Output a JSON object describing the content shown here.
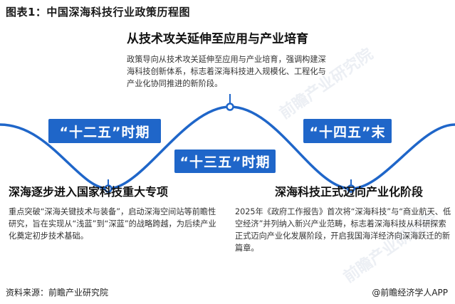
{
  "figure_title": "图表1：中国深海科技行业政策历程图",
  "top_block": {
    "heading": "从技术攻关延伸至应用与产业培育",
    "text": "政策导向从技术攻关延伸至应用与产业培育，强调构建深海科技创新体系，标志着深海科技进入规模化、工程化与产业化协同推进的新阶段。"
  },
  "left_block": {
    "heading": "深海逐步进入国家科技重大专项",
    "text": "重点突破“深海关键技术与装备”，启动深海空间站等前瞻性研究，旨在实现从“浅蓝”到“深蓝”的战略跨越，为后续产业化奠定初步技术基础。"
  },
  "right_block": {
    "heading": "深海科技正式迈向产业化阶段",
    "text": "2025年《政府工作报告》首次将“深海科技”与“商业航天、低空经济”并列纳入新兴产业范畴，标志着深海科技从科研探索正式迈向产业化发展阶段，开启我国海洋经济向深海跃迁的新篇章。"
  },
  "badges": {
    "period_1": "“十二五”时期",
    "period_2": "“十三五”时期",
    "period_3": "“十四五”末"
  },
  "watermark": "前瞻产业研究院",
  "footer": {
    "source": "资料来源：前瞻产业研究院",
    "app": "@前瞻经济学人APP"
  },
  "colors": {
    "wave": "#1f66c9",
    "badge": "#1f66c9",
    "node": "#1f66c9"
  }
}
